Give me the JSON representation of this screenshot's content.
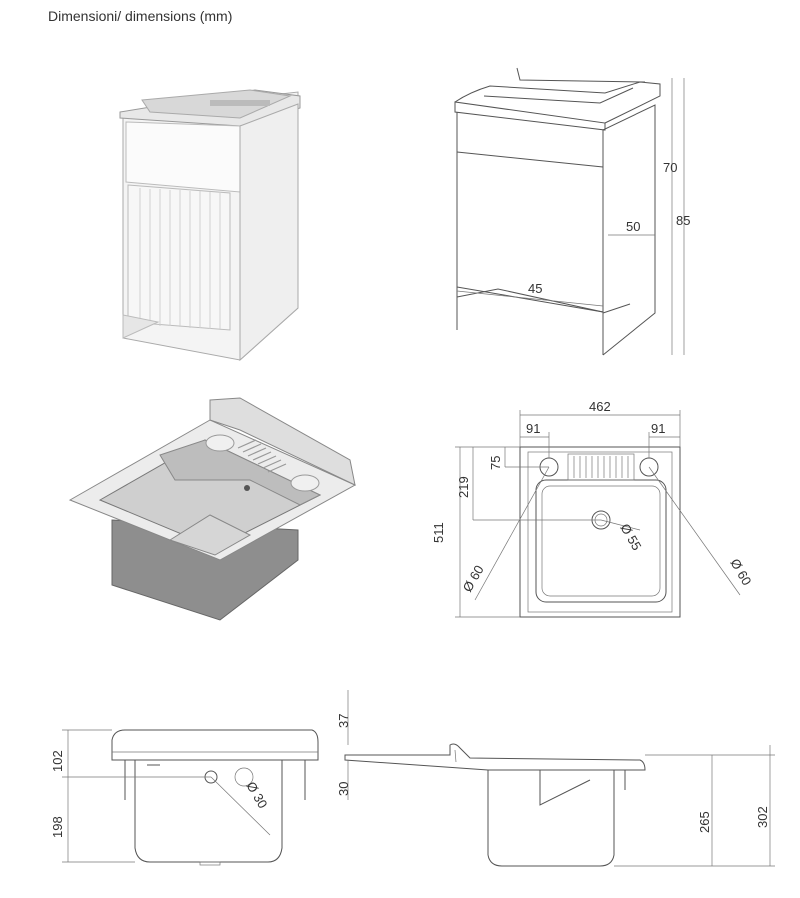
{
  "title": "Dimensioni/ dimensions (mm)",
  "cabinet_dims": {
    "d70": "70",
    "d85": "85",
    "d50": "50",
    "d45": "45"
  },
  "basin_top_dims": {
    "d462": "462",
    "d91_left": "91",
    "d91_right": "91",
    "d75": "75",
    "d219": "219",
    "d511": "511",
    "d60_left": "Ø 60",
    "d55": "Ø 55",
    "d60_right": "Ø 60"
  },
  "basin_front_dims": {
    "d102": "102",
    "d198": "198",
    "d30_hole": "Ø 30"
  },
  "basin_side_dims": {
    "d37": "37",
    "d30": "30",
    "d265": "265",
    "d302": "302"
  },
  "colors": {
    "line": "#555555",
    "text": "#333333",
    "shade": "#9a9a9a"
  }
}
